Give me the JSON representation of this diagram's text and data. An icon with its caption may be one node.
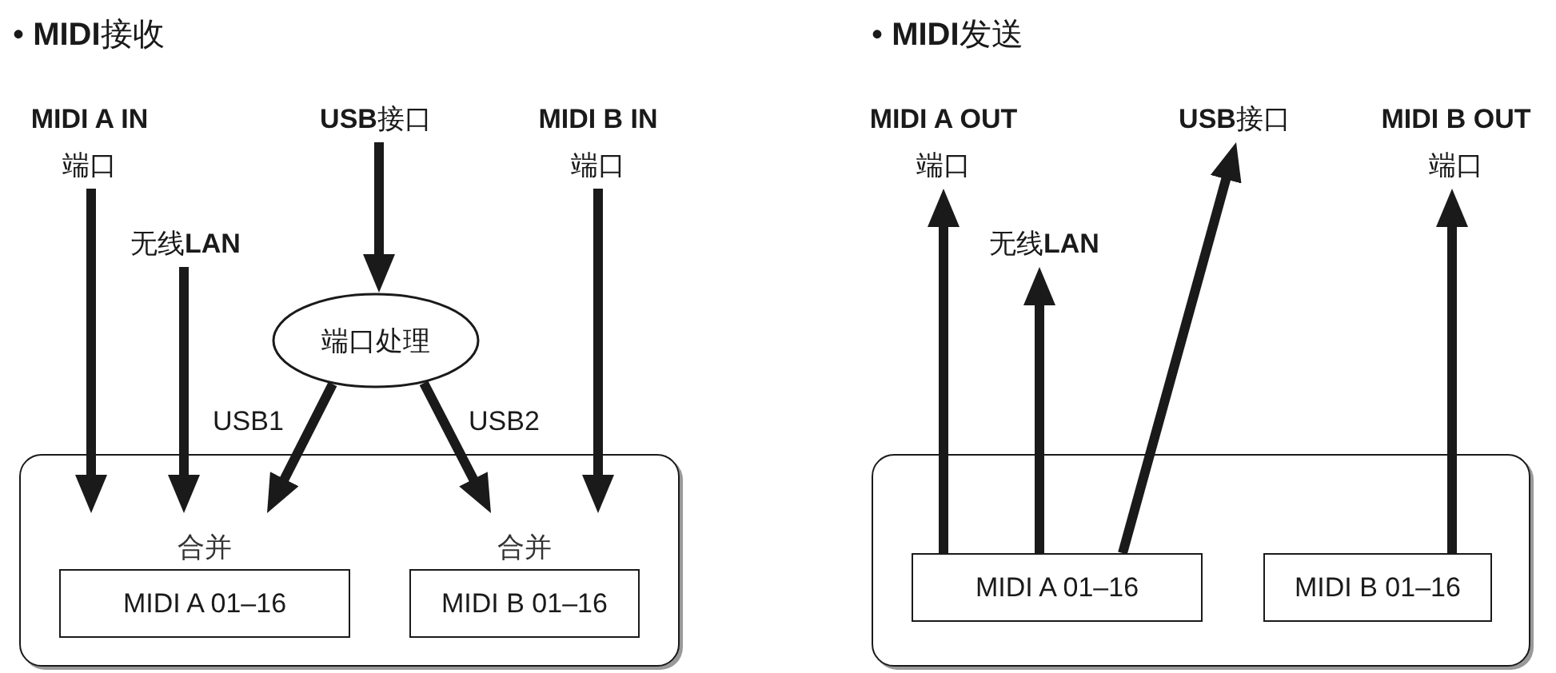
{
  "diagram": {
    "nodes": [
      {
        "text": [],
        "shape": "box"
      },
      {
        "text": [
          "MIDI A 01–16"
        ],
        "in": 0,
        "beside": [
          "合并"
        ]
      },
      {
        "text": [
          "MIDI B 01–16"
        ],
        "in": 0,
        "beside": [
          "合并"
        ]
      },
      {
        "text": [
          "**MIDI A IN** 端口"
        ]
      },
      {
        "text": [
          "无线**LAN**"
        ]
      },
      {
        "text": [
          "**USB**接口"
        ]
      },
      {
        "text": [
          "端口处理"
        ]
      },
      {
        "text": [
          "**MIDI B IN** 端口"
        ]
      },
      {
        "text": [],
        "shape": "box"
      },
      {
        "text": [
          "MIDI A 01–16"
        ],
        "in": 8
      },
      {
        "text": [
          "MIDI B 01–16"
        ],
        "in": 8
      },
      {
        "text": [
          "**MIDI A OUT** 端口"
        ]
      },
      {
        "text": [
          "无线**LAN**"
        ]
      },
      {
        "text": [
          "**USB**接口"
        ]
      },
      {
        "text": [
          "**MIDI B OUT** 端口"
        ]
      }
    ],
    "edges": [
      {
        "from": 3,
        "to": 1,
        "arrow": "to"
      },
      {
        "from": 4,
        "to": 1,
        "arrow": "to"
      },
      {
        "from": 5,
        "to": 6,
        "arrow": "to"
      },
      {
        "from": 6,
        "to": 1,
        "arrow": "to",
        "label": "USB1"
      },
      {
        "from": 6,
        "to": 2,
        "arrow": "to",
        "label": "USB2"
      },
      {
        "from": 7,
        "to": 2,
        "arrow": "to"
      },
      {
        "from": 9,
        "to": 11,
        "arrow": "to"
      },
      {
        "from": 9,
        "to": 12,
        "arrow": "to"
      },
      {
        "from": 9,
        "to": 13,
        "arrow": "to"
      },
      {
        "from": 10,
        "to": 14,
        "arrow": "to"
      }
    ],
    "labels": [
      "• **MIDI**接收",
      "• **MIDI**发送"
    ]
  }
}
